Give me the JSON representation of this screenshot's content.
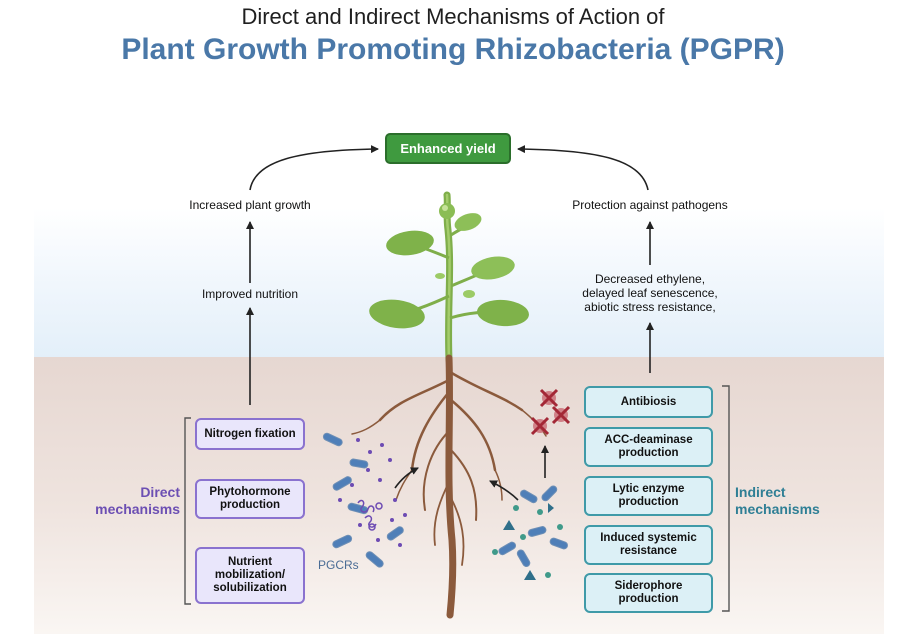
{
  "title": {
    "line1": "Direct and Indirect Mechanisms of Action of",
    "line2": "Plant Growth Promoting Rhizobacteria (PGPR)"
  },
  "top": {
    "yield": "Enhanced yield",
    "left_upper": "Increased plant growth",
    "left_lower": "Improved nutrition",
    "right_upper": "Protection against pathogens",
    "right_lower_lines": [
      "Decreased ethylene,",
      "delayed leaf senescence,",
      "abiotic stress resistance,"
    ]
  },
  "direct": {
    "label_lines": [
      "Direct",
      "mechanisms"
    ],
    "boxes": [
      {
        "lines": [
          "Nitrogen fixation"
        ]
      },
      {
        "lines": [
          "Phytohormone",
          "production"
        ]
      },
      {
        "lines": [
          "Nutrient",
          "mobilization/",
          "solubilization"
        ]
      }
    ],
    "pgcrs": "PGCRs"
  },
  "indirect": {
    "label_lines": [
      "Indirect",
      "mechanisms"
    ],
    "boxes": [
      {
        "lines": [
          "Antibiosis"
        ]
      },
      {
        "lines": [
          "ACC-deaminase",
          "production"
        ]
      },
      {
        "lines": [
          "Lytic enzyme",
          "production"
        ]
      },
      {
        "lines": [
          "Induced systemic",
          "resistance"
        ]
      },
      {
        "lines": [
          "Siderophore",
          "production"
        ]
      }
    ]
  },
  "colors": {
    "title_blue": "#4a78a8",
    "yield_green": "#3f9a3f",
    "direct_purple": "#6c4fb3",
    "indirect_teal": "#2f7f95",
    "bacteria_blue": "#4f7fb8"
  }
}
